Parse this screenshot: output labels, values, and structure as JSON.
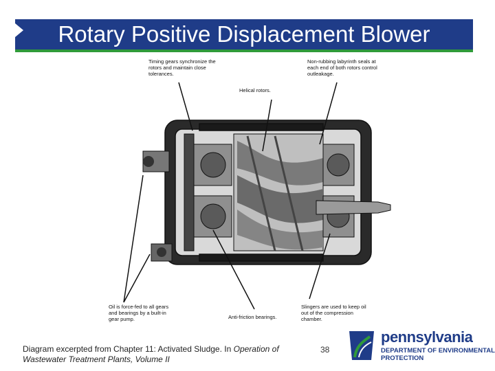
{
  "slide": {
    "title": "Rotary Positive Displacement Blower",
    "caption_part1": "Diagram excerpted from Chapter 11: Activated Sludge. In ",
    "caption_italic": "Operation of Wastewater Treatment Plants, Volume II",
    "page_number": "38"
  },
  "diagram": {
    "callouts": {
      "timing_gears": "Timing gears synchronize the rotors and maintain close tolerances.",
      "labyrinth_seals": "Non-rubbing labyrinth seals at each end of both rotors control outleakage.",
      "helical_rotors": "Helical rotors.",
      "oil": "Oil is force-fed to all gears and bearings by a built-in gear pump.",
      "bearings": "Anti-friction bearings.",
      "slingers": "Slingers are used to keep oil out of the compression chamber."
    }
  },
  "logo": {
    "name": "pennsylvania",
    "line1": "DEPARTMENT OF ENVIRONMENTAL",
    "line2": "PROTECTION",
    "colors": {
      "blue": "#1f3c88",
      "green": "#2f9a3a"
    }
  }
}
